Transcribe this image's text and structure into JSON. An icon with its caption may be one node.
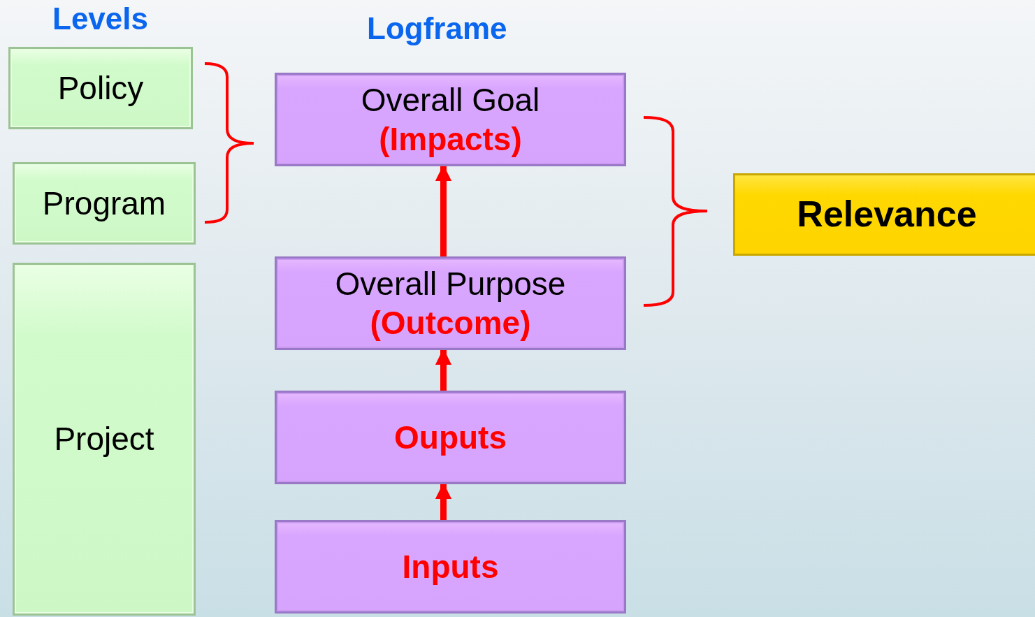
{
  "diagram": {
    "nodes": [
      {
        "text": [
          "Policy"
        ]
      },
      {
        "text": [
          "Program"
        ]
      },
      {
        "text": [
          "Project"
        ]
      },
      {
        "text": [
          "Overall Goal",
          "(Impacts)"
        ]
      },
      {
        "text": [
          "Overall Purpose",
          "(Outcome)"
        ]
      },
      {
        "text": [
          "Ouputs"
        ]
      },
      {
        "text": [
          "Inputs"
        ]
      },
      {
        "text": [
          "Relevance"
        ]
      }
    ],
    "edges": [
      {
        "from": 6,
        "to": 5,
        "arrow": "to"
      },
      {
        "from": 5,
        "to": 4,
        "arrow": "to"
      },
      {
        "from": 4,
        "to": 3,
        "arrow": "to"
      }
    ],
    "labels": [
      "Levels",
      "Logframe"
    ]
  }
}
